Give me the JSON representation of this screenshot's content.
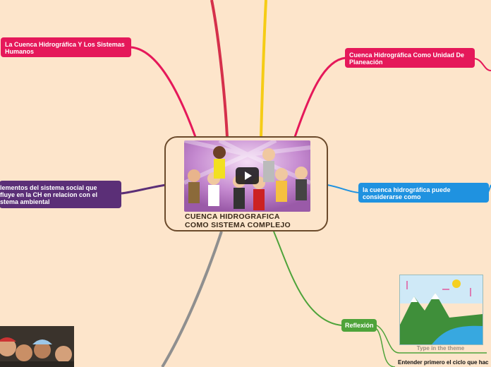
{
  "central": {
    "title_line1": "CUENCA HIDROGRAFICA",
    "title_line2": "COMO SISTEMA COMPLEJO",
    "video": "embedded video thumbnail with play button"
  },
  "topics": {
    "sistemas_humanos": "La Cuenca Hidrográfica Y Los Sistemas Humanos",
    "planeacion": "Cuenca Hidrográfica Como Unidad De Planeación",
    "elementos_line1": "lementos del sistema social que",
    "elementos_line2": "fluye en la CH en relacion con el",
    "elementos_line3": "stema ambiental",
    "considerarse": "la cuenca hidrográfica puede considerarse como",
    "reflexion": "Reflexión"
  },
  "reflexion": {
    "caption": "Type in the theme",
    "note": "Entender primero el ciclo que hac"
  },
  "colors": {
    "background": "#fde5cb",
    "pink": "#e5185a",
    "purple": "#5b2f77",
    "blue": "#1f92e0",
    "green": "#4ea33a",
    "red": "#d5304b",
    "yellow": "#f5cc16",
    "gray": "#8f8f8f",
    "brown": "#6b4a2b"
  }
}
